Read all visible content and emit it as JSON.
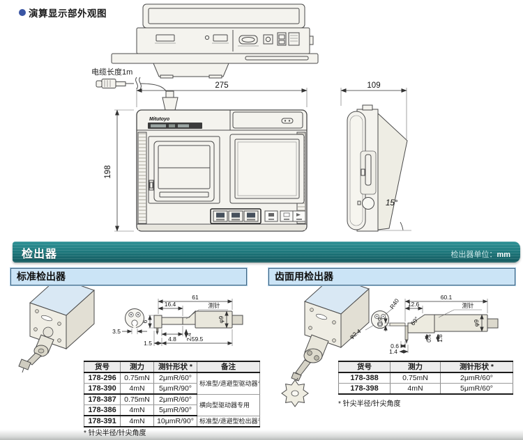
{
  "page": {
    "section_title": "演算显示部外观图",
    "cable_label": "电缆长度1m",
    "brand": "Mitutoyo",
    "dims": {
      "front_width": "275",
      "front_height": "198",
      "side_width": "109",
      "tilt_angle": "15°"
    }
  },
  "banner": {
    "title": "检出器",
    "unit_label": "检出器单位：",
    "unit_value": "mm"
  },
  "standard": {
    "title": "标准检出器",
    "drawing": {
      "overall": "61",
      "front_len": "16.4",
      "stylus": "测针",
      "tip_height": "6",
      "tip_width": "3.5",
      "d48": "4.8",
      "d24": "2.4",
      "d15": "1.5",
      "body_len": "59.5",
      "diameter": "φ9"
    },
    "table": {
      "headers": [
        "货号",
        "测力",
        "测针形状 *",
        "备注"
      ],
      "rows": [
        {
          "part": "178-296",
          "force": "0.75mN",
          "shape": "2μmR/60°"
        },
        {
          "part": "178-390",
          "force": "4mN",
          "shape": "5μmR/90°"
        },
        {
          "part": "178-387",
          "force": "0.75mN",
          "shape": "2μmR/60°"
        },
        {
          "part": "178-386",
          "force": "4mN",
          "shape": "5μmR/90°"
        },
        {
          "part": "178-391",
          "force": "4mN",
          "shape": "10μmR/90°"
        }
      ],
      "notes": [
        "标准型/退避型驱动器专用",
        "横向型驱动器专用",
        "标准型/退避型检出器专用"
      ]
    },
    "footnote": "* 针尖半径/针尖角度"
  },
  "gear": {
    "title": "齿面用检出器",
    "drawing": {
      "overall": "60.1",
      "front_len": "12.6",
      "stylus": "测针",
      "tip_radius": "R40",
      "blade_th": "0.9",
      "tip_dia": "φ2.4",
      "tip_angle": "60°",
      "d04": "0.4",
      "d18": "1.8",
      "d06": "0.6",
      "d14": "1.4",
      "diameter": "φ9"
    },
    "table": {
      "headers": [
        "货号",
        "测力",
        "测针形状 *"
      ],
      "rows": [
        {
          "part": "178-388",
          "force": "0.75mN",
          "shape": "2μmR/60°"
        },
        {
          "part": "178-398",
          "force": "4mN",
          "shape": "5μmR/60°"
        }
      ]
    },
    "footnote": "* 针尖半径/针尖角度"
  }
}
